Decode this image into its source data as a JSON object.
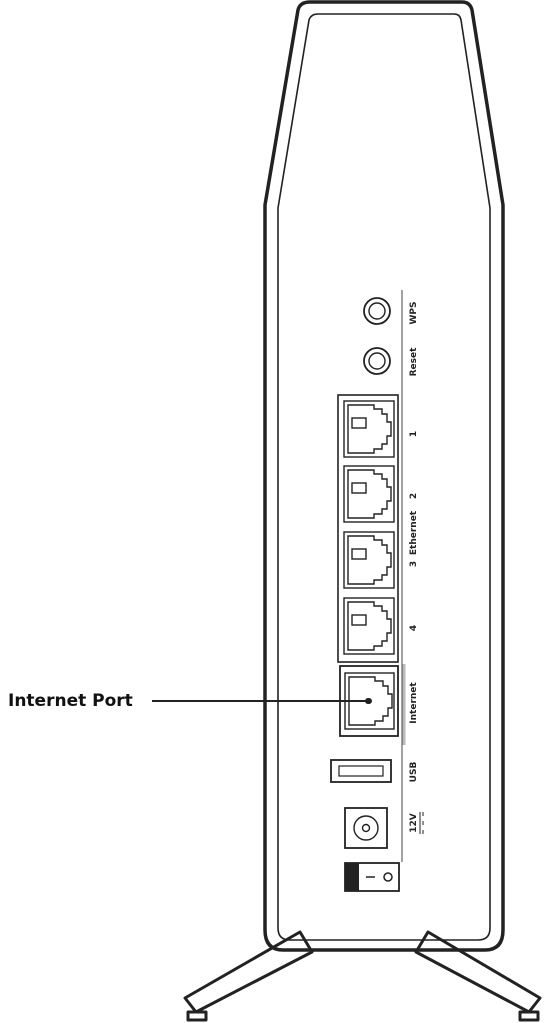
{
  "callout": {
    "label": "Internet Port"
  },
  "port_labels": {
    "wps": "WPS",
    "reset": "Reset",
    "eth1": "1",
    "eth2": "2",
    "ethernet": "Ethernet",
    "eth3": "3",
    "eth4": "4",
    "internet": "Internet",
    "usb": "USB",
    "power": "12V"
  },
  "colors": {
    "outline": "#222222",
    "background": "#ffffff"
  }
}
